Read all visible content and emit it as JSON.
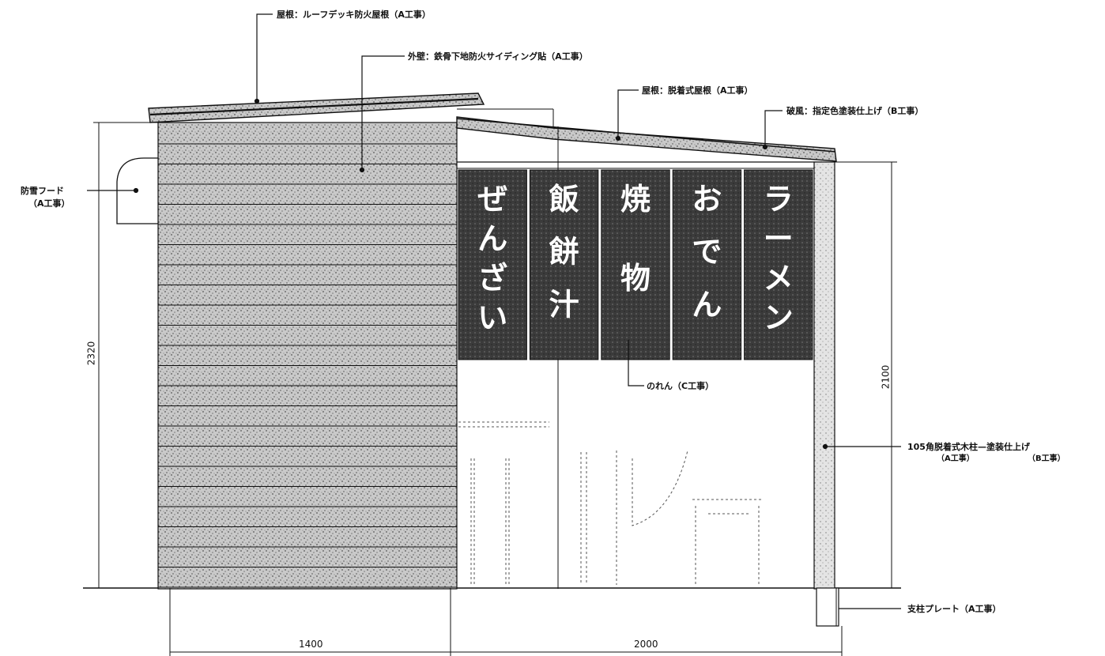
{
  "callouts": {
    "roof_main": "屋根：ルーフデッキ防火屋根（A工事）",
    "outer_wall": "外壁：鉄骨下地防火サイディング貼（A工事）",
    "roof_detachable": "屋根：脱着式屋根（A工事）",
    "gable": "破風：指定色塗装仕上げ（B工事）",
    "rain_hood_1": "防雪フード",
    "rain_hood_2": "（A工事）",
    "noren": "のれん（C工事）",
    "post_1": "105角脱着式木柱—塗装仕上げ",
    "post_2a": "（A工事）",
    "post_2b": "（B工事）",
    "base_plate": "支柱プレート（A工事）"
  },
  "dimensions": {
    "height_left": "2320",
    "height_right": "2100",
    "width_left": "1400",
    "width_right": "2000"
  },
  "noren_panels": [
    {
      "chars": [
        "ぜ",
        "ん",
        "ざ",
        "い"
      ]
    },
    {
      "chars": [
        "飯",
        "餅",
        "汁"
      ]
    },
    {
      "chars": [
        "焼",
        "物"
      ]
    },
    {
      "chars": [
        "お",
        "で",
        "ん"
      ]
    },
    {
      "chars": [
        "ラ",
        "ー",
        "メ",
        "ン"
      ]
    }
  ],
  "colors": {
    "line": "#111111",
    "wall_fill": "#bdbdbd",
    "noren_fill": "#3a3a3a"
  }
}
